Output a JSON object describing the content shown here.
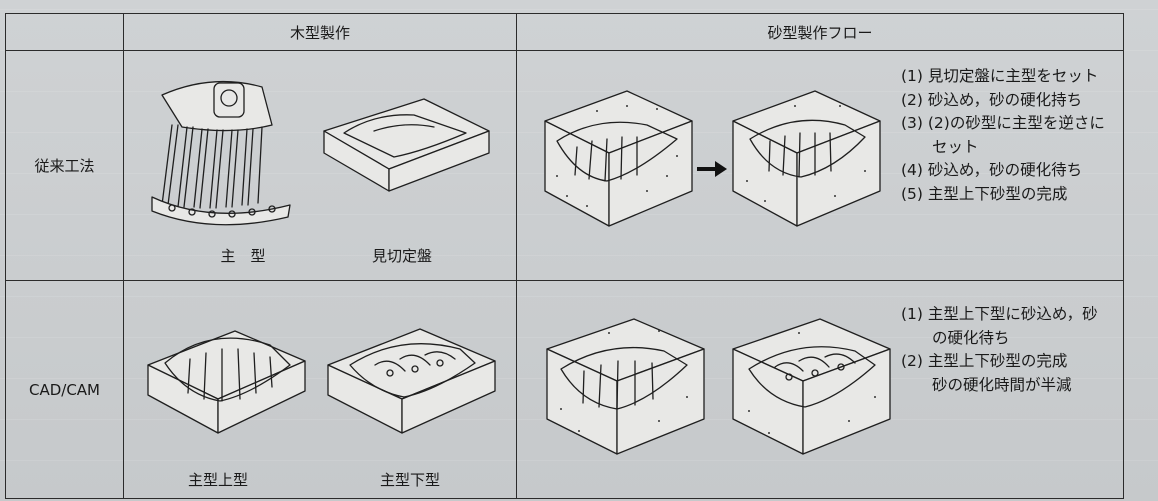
{
  "headers": {
    "row_label": "",
    "wood": "木型製作",
    "sand": "砂型製作フロー"
  },
  "rows": [
    {
      "label": "従来工法",
      "captions": [
        "主　型",
        "見切定盤"
      ],
      "steps": [
        "(1) 見切定盤に主型をセット",
        "(2) 砂込め，砂の硬化持ち",
        "(3) (2)の砂型に主型を逆さに",
        "　　セット",
        "(4) 砂込め，砂の硬化待ち",
        "(5) 主型上下砂型の完成"
      ]
    },
    {
      "label": "CAD/CAM",
      "captions": [
        "主型上型",
        "主型下型"
      ],
      "steps": [
        "(1) 主型上下型に砂込め，砂",
        "　　の硬化待ち",
        "(2) 主型上下砂型の完成",
        "　　砂の硬化時間が半減"
      ]
    }
  ]
}
